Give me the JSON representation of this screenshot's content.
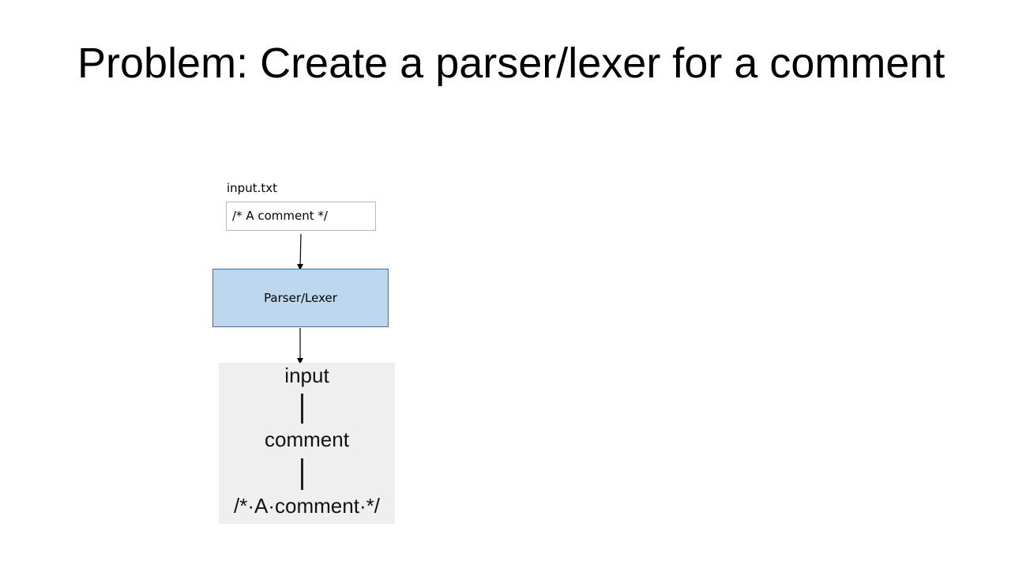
{
  "slide": {
    "title": "Problem: Create a parser/lexer for a comment"
  },
  "diagram": {
    "input_file": {
      "label": "input.txt",
      "content": "/* A comment */"
    },
    "process": {
      "label": "Parser/Lexer",
      "fill_color": "#bdd7ee",
      "border_color": "#41719c"
    },
    "parse_tree": {
      "background_color": "#efefef",
      "root": "input",
      "child": "comment",
      "leaf": "/*·A·comment·*/"
    }
  }
}
